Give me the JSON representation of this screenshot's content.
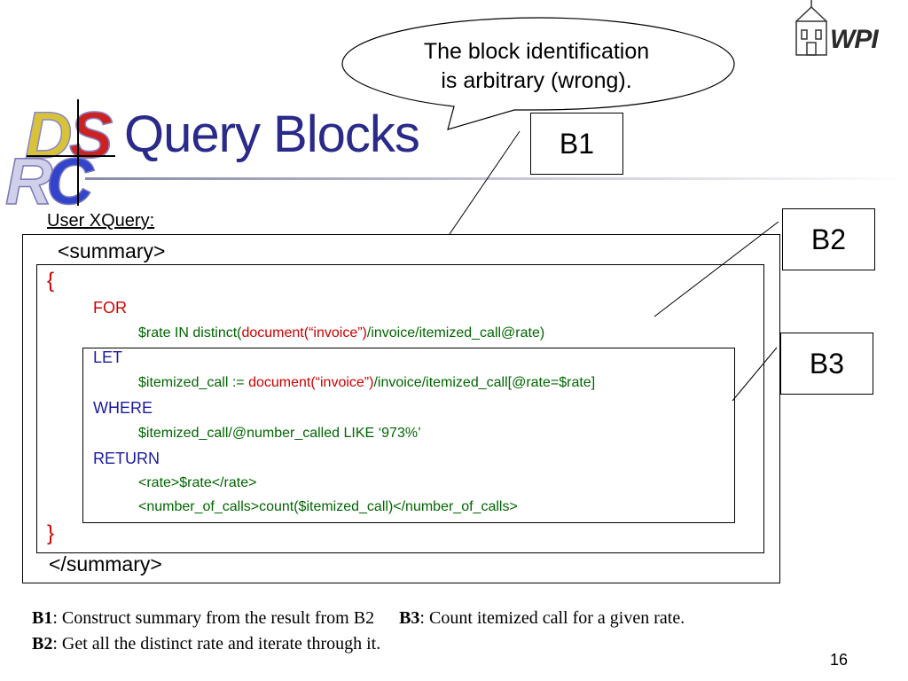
{
  "slide": {
    "title": "Query Blocks",
    "page_number": "16",
    "logo_text": "WPI",
    "logo_left_letters": [
      "D",
      "S",
      "R",
      "C"
    ]
  },
  "callout": {
    "line1": "The block identification",
    "line2": "is arbitrary (wrong)."
  },
  "blocks": {
    "b1": "B1",
    "b2": "B2",
    "b3": "B3"
  },
  "query": {
    "label": "User XQuery:",
    "open_tag": "<summary>",
    "close_tag": "</summary>",
    "open_brace": "{",
    "close_brace": "}",
    "for_kw": "FOR",
    "for_prefix": "$rate IN distinct(",
    "for_doc": "document(“invoice”)",
    "for_suffix": "/invoice/itemized_call@rate)",
    "let_kw": "LET",
    "let_prefix": "$itemized_call := ",
    "let_doc": "document(“invoice”)",
    "let_suffix": "/invoice/itemized_call[@rate=$rate]",
    "where_kw": "WHERE",
    "where_line": "$itemized_call/@number_called LIKE ‘973%’",
    "return_kw": "RETURN",
    "return_line1": "<rate>$rate</rate>",
    "return_line2": "<number_of_calls>count($itemized_call)</number_of_calls>"
  },
  "caption": {
    "b1_label": "B1",
    "b1_text": ": Construct summary from the result from B2",
    "b3_label": "B3",
    "b3_text": ": Count itemized call for a given rate.",
    "b2_label": "B2",
    "b2_text": ": Get all the distinct rate and iterate through it."
  }
}
